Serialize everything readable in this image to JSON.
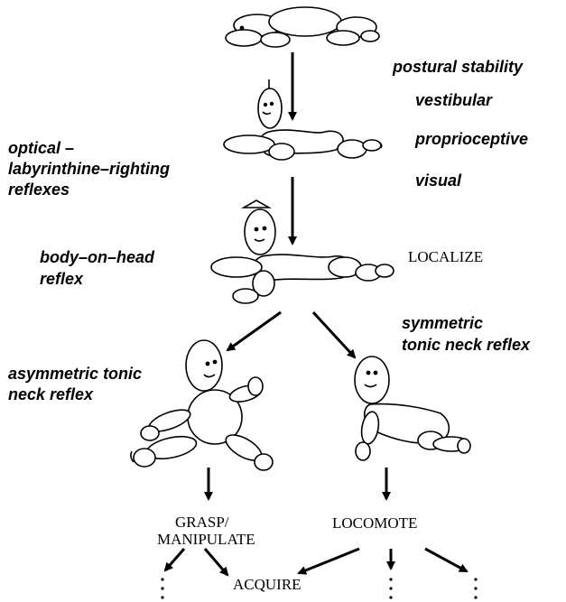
{
  "labels": {
    "postural_stability": "postural stability",
    "vestibular": "vestibular",
    "proprioceptive": "proprioceptive",
    "visual": "visual",
    "optical_line1": "optical –",
    "optical_line2": "labyrinthine–righting",
    "optical_line3": "reflexes",
    "body_on_head_line1": "body–on–head",
    "body_on_head_line2": "reflex",
    "localize": "LOCALIZE",
    "asym_line1": "asymmetric tonic",
    "asym_line2": "neck reflex",
    "sym_line1": "symmetric",
    "sym_line2": "tonic neck reflex",
    "grasp_line1": "GRASP/",
    "grasp_line2": "MANIPULATE",
    "locomote": "LOCOMOTE",
    "acquire": "ACQUIRE"
  },
  "colors": {
    "ink": "#000000",
    "background": "#ffffff"
  }
}
